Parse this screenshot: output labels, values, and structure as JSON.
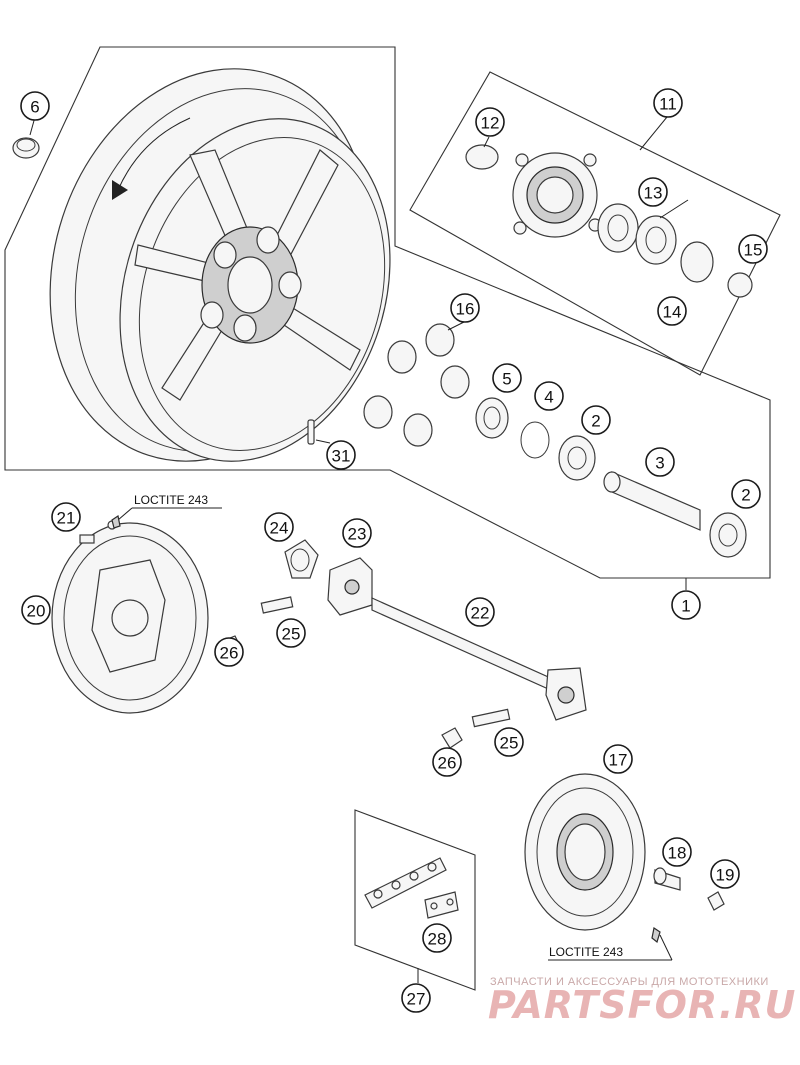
{
  "diagram": {
    "callouts": [
      {
        "id": "c-6",
        "label": "6"
      },
      {
        "id": "c-11",
        "label": "11"
      },
      {
        "id": "c-12",
        "label": "12"
      },
      {
        "id": "c-13",
        "label": "13"
      },
      {
        "id": "c-14",
        "label": "14"
      },
      {
        "id": "c-15",
        "label": "15"
      },
      {
        "id": "c-16",
        "label": "16"
      },
      {
        "id": "c-5",
        "label": "5"
      },
      {
        "id": "c-4",
        "label": "4"
      },
      {
        "id": "c-2a",
        "label": "2"
      },
      {
        "id": "c-3",
        "label": "3"
      },
      {
        "id": "c-2b",
        "label": "2"
      },
      {
        "id": "c-31",
        "label": "31"
      },
      {
        "id": "c-1",
        "label": "1"
      },
      {
        "id": "c-21",
        "label": "21"
      },
      {
        "id": "c-20",
        "label": "20"
      },
      {
        "id": "c-24",
        "label": "24"
      },
      {
        "id": "c-23",
        "label": "23"
      },
      {
        "id": "c-22",
        "label": "22"
      },
      {
        "id": "c-25a",
        "label": "25"
      },
      {
        "id": "c-26a",
        "label": "26"
      },
      {
        "id": "c-26b",
        "label": "26"
      },
      {
        "id": "c-25b",
        "label": "25"
      },
      {
        "id": "c-17",
        "label": "17"
      },
      {
        "id": "c-18",
        "label": "18"
      },
      {
        "id": "c-19",
        "label": "19"
      },
      {
        "id": "c-28",
        "label": "28"
      },
      {
        "id": "c-27",
        "label": "27"
      }
    ],
    "notes": {
      "loctite_top": "LOCTITE 243",
      "loctite_bottom": "LOCTITE 243"
    },
    "watermark": {
      "subtitle": "ЗАПЧАСТИ И АКСЕССУАРЫ ДЛЯ МОТОТЕХНИКИ",
      "brand": "PARTSFOR.RU",
      "color": "#e8b4b4"
    }
  }
}
